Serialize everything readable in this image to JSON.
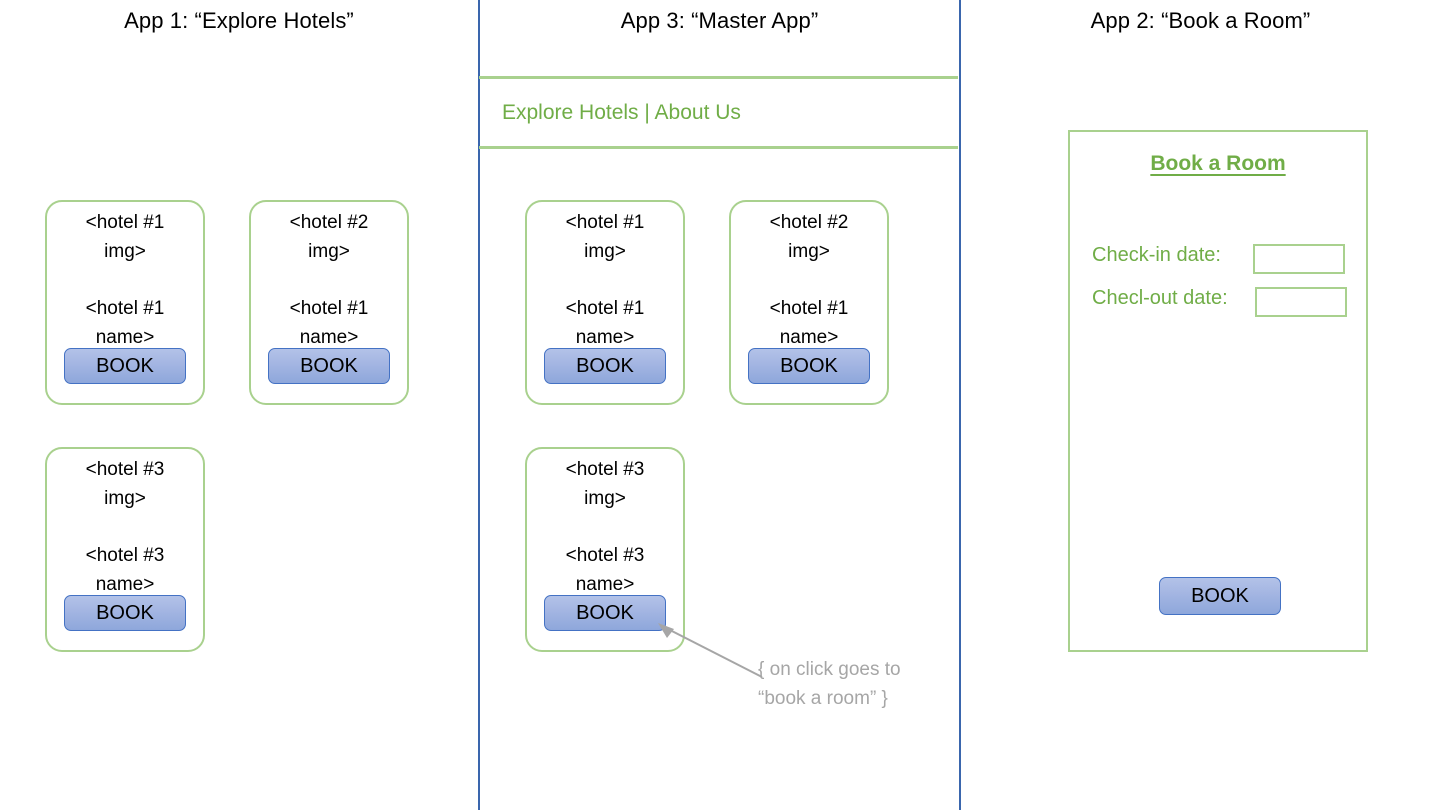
{
  "panels": {
    "app1": {
      "title": "App 1: “Explore Hotels”",
      "cards": [
        {
          "img": "<hotel #1\nimg>",
          "name": "<hotel #1\nname>",
          "book_label": "BOOK"
        },
        {
          "img": "<hotel #2\nimg>",
          "name": "<hotel #1\nname>",
          "book_label": "BOOK"
        },
        {
          "img": "<hotel #3\nimg>",
          "name": "<hotel #3\nname>",
          "book_label": "BOOK"
        }
      ]
    },
    "app3": {
      "title": "App 3: “Master App”",
      "nav": "Explore Hotels | About Us",
      "cards": [
        {
          "img": "<hotel #1\nimg>",
          "name": "<hotel #1\nname>",
          "book_label": "BOOK"
        },
        {
          "img": "<hotel #2\nimg>",
          "name": "<hotel #1\nname>",
          "book_label": "BOOK"
        },
        {
          "img": "<hotel #3\nimg>",
          "name": "<hotel #3\nname>",
          "book_label": "BOOK"
        }
      ],
      "annotation": "{ on click goes to “book a room” }"
    },
    "app2": {
      "title": "App 2: “Book a Room”",
      "form": {
        "heading": "Book a Room",
        "checkin_label": "Check-in date:",
        "checkin_value": "",
        "checkout_label": "Checl-out date:",
        "checkout_value": "",
        "book_label": "BOOK"
      }
    }
  },
  "colors": {
    "rail_blue": "#3a66ad",
    "border_green": "#a9d18e",
    "text_green": "#70ad47",
    "button_border": "#4472c4",
    "button_fill_top": "#b3c2e8",
    "button_fill_bottom": "#8ea7db",
    "annotation_gray": "#a6a6a6"
  }
}
